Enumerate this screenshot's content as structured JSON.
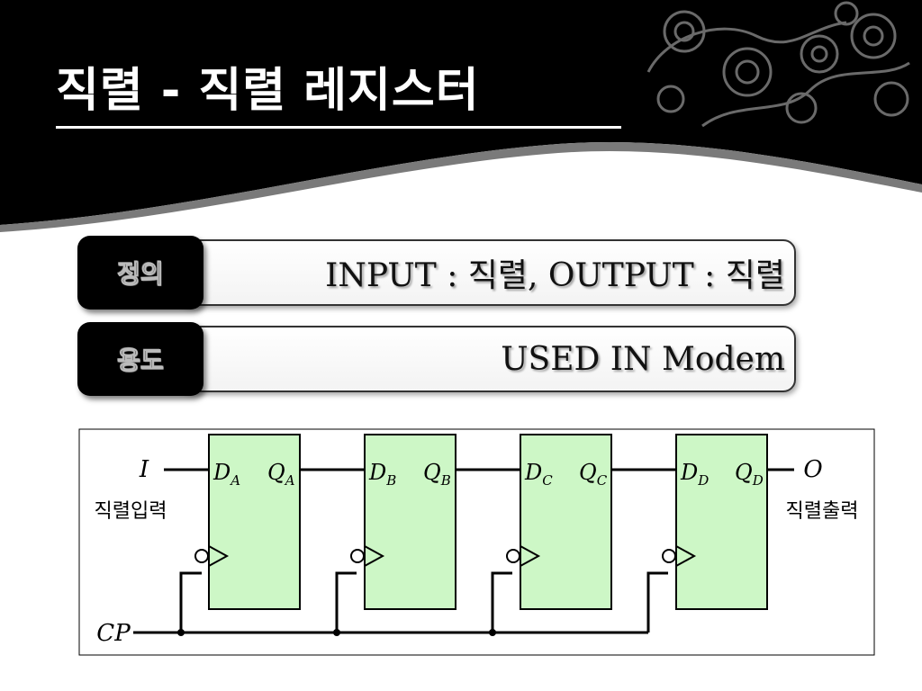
{
  "slide": {
    "title": "직렬 - 직렬 레지스터"
  },
  "rows": [
    {
      "label": "정의",
      "text": "INPUT : 직렬, OUTPUT : 직렬"
    },
    {
      "label": "용도",
      "text": "USED IN Modem"
    }
  ],
  "circuit": {
    "input_signal": "I",
    "input_caption": "직렬입력",
    "output_signal": "O",
    "output_caption": "직렬출력",
    "clock_label": "CP",
    "flipflops": [
      {
        "d": "D",
        "d_sub": "A",
        "q": "Q",
        "q_sub": "A"
      },
      {
        "d": "D",
        "d_sub": "B",
        "q": "Q",
        "q_sub": "B"
      },
      {
        "d": "D",
        "d_sub": "C",
        "q": "Q",
        "q_sub": "C"
      },
      {
        "d": "D",
        "d_sub": "D",
        "q": "Q",
        "q_sub": "D"
      }
    ],
    "colors": {
      "flipflop_fill": "#cdf7c6",
      "wire": "#000000"
    }
  }
}
